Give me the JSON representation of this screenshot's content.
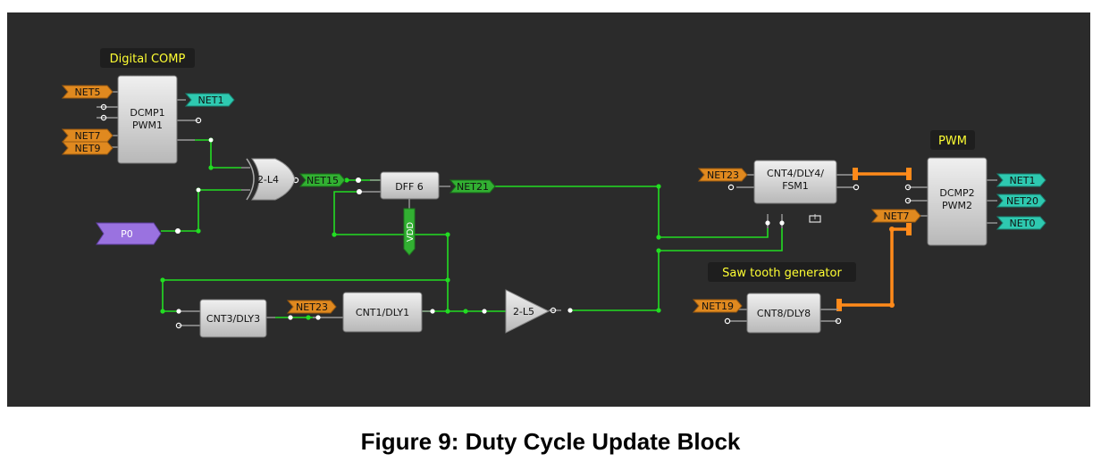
{
  "caption": "Figure 9: Duty Cycle Update Block",
  "colors": {
    "background": "#2b2b2b",
    "wire_green": "#22dd22",
    "wire_orange": "#ff8a1a",
    "net_orange": "#e0891f",
    "net_teal": "#2ec9b0",
    "net_green": "#32b032",
    "port_purple": "#9a72e0",
    "block_gray": "#d9d9d9",
    "group_label": "#ffff33"
  },
  "group_labels": {
    "digital_comp": "Digital COMP",
    "pwm": "PWM",
    "saw_tooth": "Saw tooth generator"
  },
  "blocks": {
    "dcmp1": "DCMP1\nPWM1",
    "dff6": "DFF 6",
    "cnt4": "CNT4/DLY4/\nFSM1",
    "dcmp2": "DCMP2\nPWM2",
    "cnt3": "CNT3/DLY3",
    "cnt1": "CNT1/DLY1",
    "cnt8": "CNT8/DLY8",
    "xor_gate": "2-L4",
    "buffer_gate": "2-L5",
    "vdd": "VDD"
  },
  "nets": {
    "net5": "NET5",
    "net7_left": "NET7",
    "net9": "NET9",
    "net1_left": "NET1",
    "net15": "NET15",
    "net21": "NET21",
    "net23_top": "NET23",
    "net23_mid": "NET23",
    "net19": "NET19",
    "net7_right": "NET7",
    "net1_right": "NET1",
    "net20": "NET20",
    "net0": "NET0",
    "p0": "P0"
  }
}
